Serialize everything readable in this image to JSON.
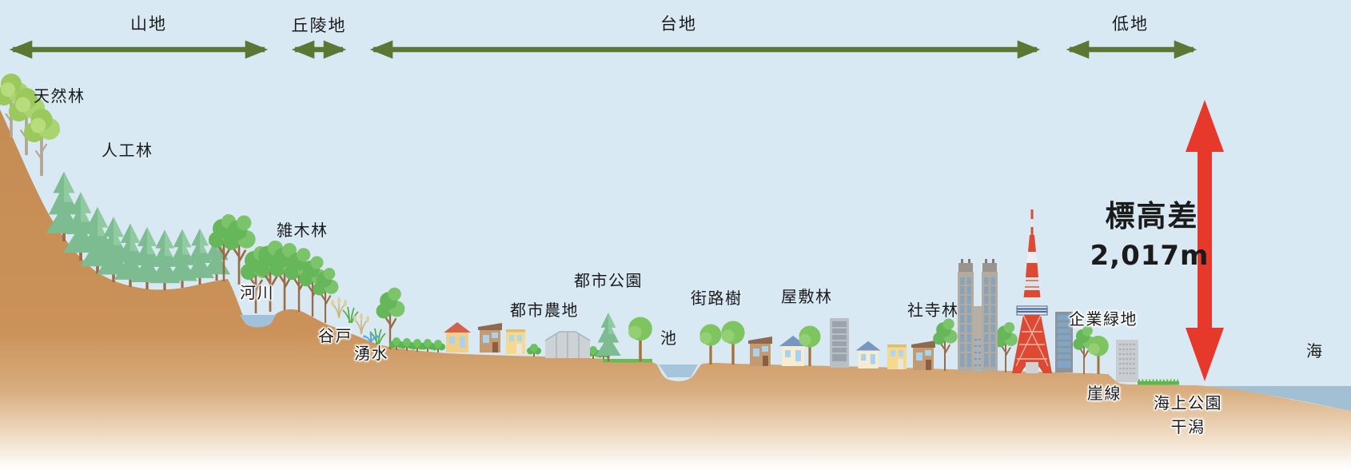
{
  "diagram": {
    "zones": {
      "sanchi": "山地",
      "kyuryochi": "丘陵地",
      "daichi": "台地",
      "teichi": "低地"
    },
    "features": {
      "tennenrin": "天然林",
      "jinkorin": "人工林",
      "zokibayashi": "雑木林",
      "kasen": "河川",
      "yato": "谷戸",
      "yusui": "湧水",
      "toshi_nochi": "都市農地",
      "toshi_koen": "都市公園",
      "ike": "池",
      "gairoju": "街路樹",
      "yashikirin": "屋敷林",
      "shajirin": "社寺林",
      "kigyo_ryokuchi": "企業緑地",
      "gaisen": "崖線",
      "kaijo_koen": "海上公園",
      "higata": "干潟",
      "umi": "海"
    },
    "elevation": {
      "label": "標高差",
      "value": "2,017m"
    },
    "colors": {
      "sky": "#d9e9f4",
      "ground": "#c78f56",
      "zone_arrow": "#5c7733",
      "elevation_arrow": "#e6392b",
      "water": "#a3c0d6"
    }
  }
}
